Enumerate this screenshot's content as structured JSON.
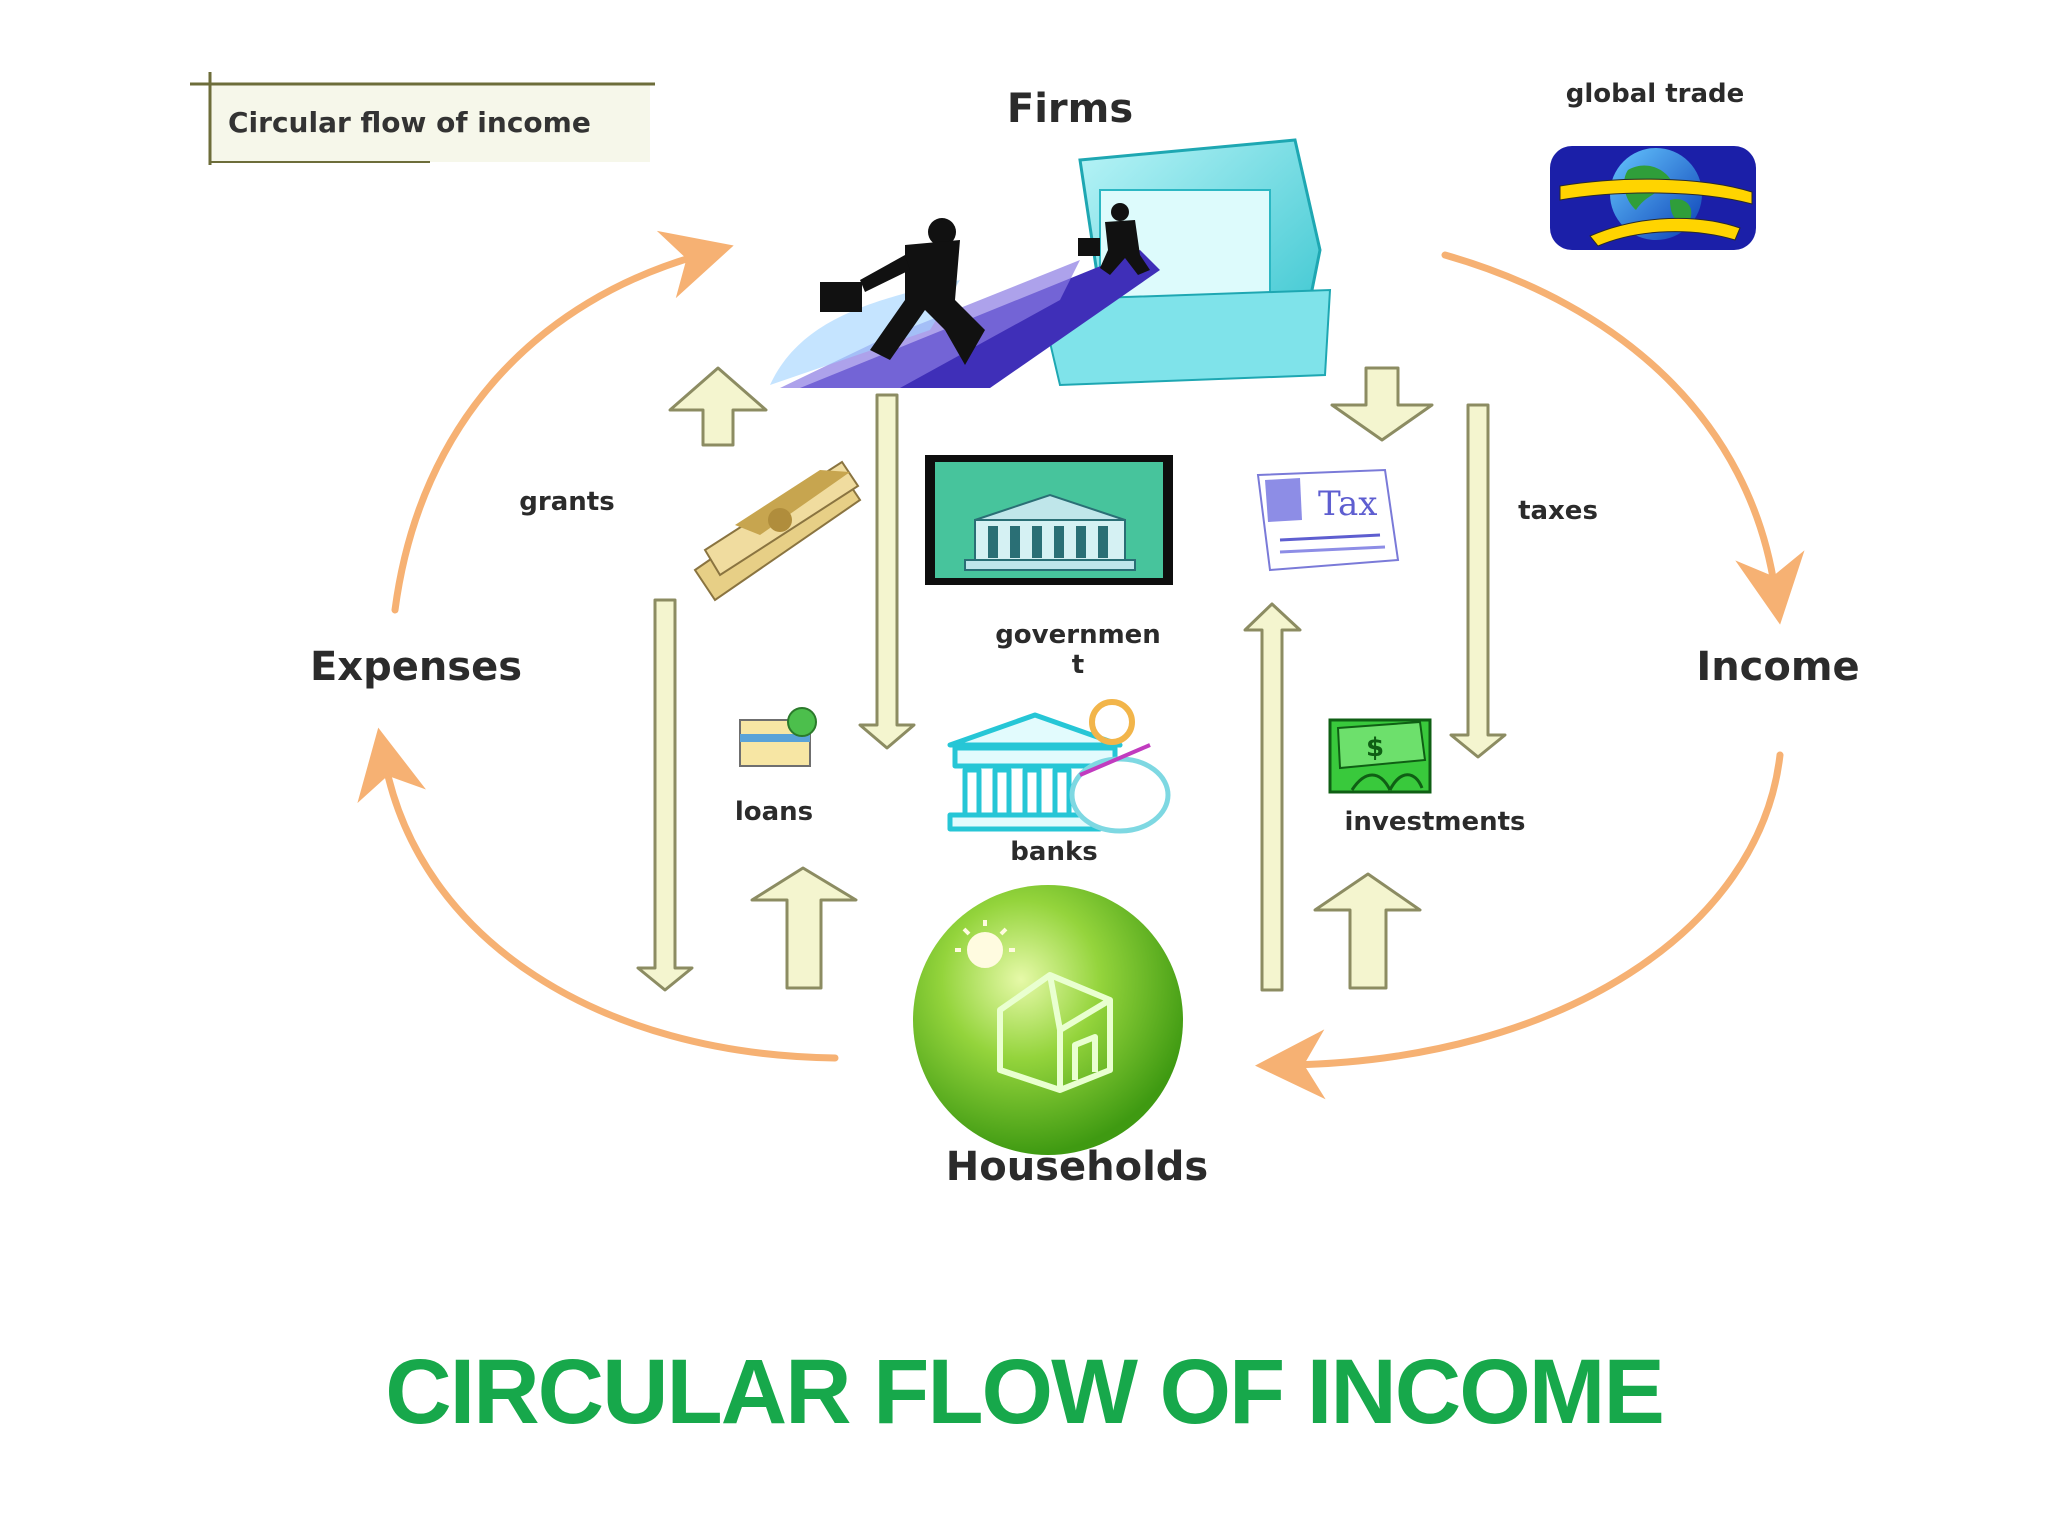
{
  "diagram": {
    "tag_label": "Circular flow of income",
    "firms": "Firms",
    "households": "Households",
    "expenses": "Expenses",
    "income": "Income",
    "global_trade": "global trade",
    "grants": "grants",
    "government_line1": "governmen",
    "government_line2": "t",
    "taxes": "taxes",
    "loans": "loans",
    "banks": "banks",
    "investments": "investments"
  },
  "slide_title": "CIRCULAR FLOW OF INCOME",
  "colors": {
    "loop_arrow": "#f6b173",
    "flow_arrow_fill": "#f4f5cf",
    "flow_arrow_stroke": "#8c8c62",
    "title_green": "#17a84b",
    "household_green": "#8fd13a"
  }
}
